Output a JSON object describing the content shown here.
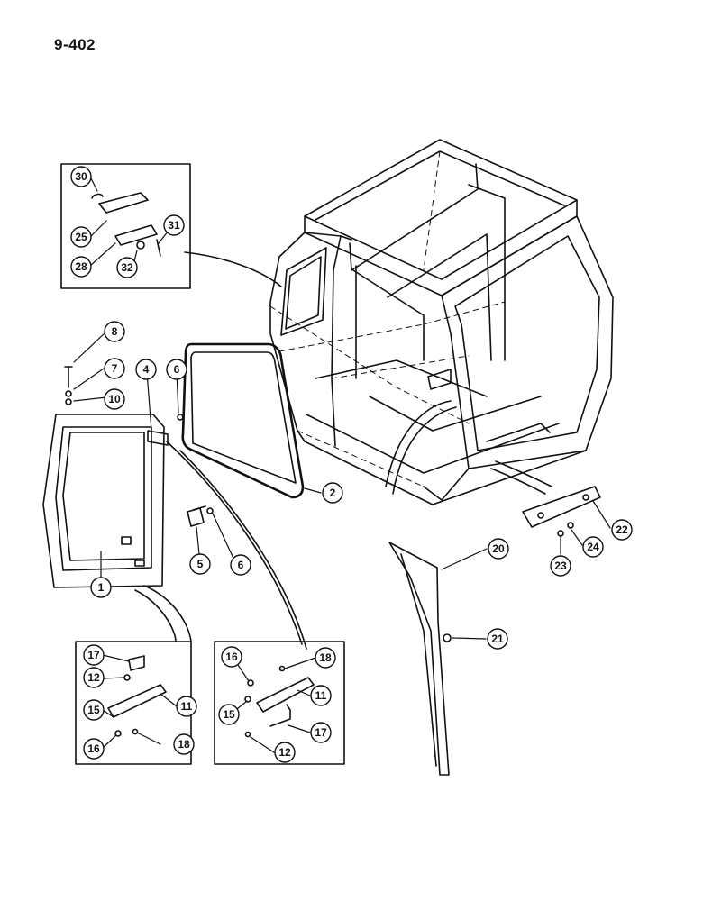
{
  "page_number": "9-402",
  "colors": {
    "ink": "#111111",
    "paper": "#ffffff"
  },
  "callouts": [
    {
      "id": "c30",
      "label": "30"
    },
    {
      "id": "c25",
      "label": "25"
    },
    {
      "id": "c28",
      "label": "28"
    },
    {
      "id": "c32",
      "label": "32"
    },
    {
      "id": "c31",
      "label": "31"
    },
    {
      "id": "c8",
      "label": "8"
    },
    {
      "id": "c7",
      "label": "7"
    },
    {
      "id": "c10",
      "label": "10"
    },
    {
      "id": "c4",
      "label": "4"
    },
    {
      "id": "c6a",
      "label": "6"
    },
    {
      "id": "c2",
      "label": "2"
    },
    {
      "id": "c5",
      "label": "5"
    },
    {
      "id": "c6b",
      "label": "6"
    },
    {
      "id": "c1",
      "label": "1"
    },
    {
      "id": "c20",
      "label": "20"
    },
    {
      "id": "c21",
      "label": "21"
    },
    {
      "id": "c22",
      "label": "22"
    },
    {
      "id": "c23",
      "label": "23"
    },
    {
      "id": "c24",
      "label": "24"
    },
    {
      "id": "c17a",
      "label": "17"
    },
    {
      "id": "c12a",
      "label": "12"
    },
    {
      "id": "c11a",
      "label": "11"
    },
    {
      "id": "c15a",
      "label": "15"
    },
    {
      "id": "c16a",
      "label": "16"
    },
    {
      "id": "c18a",
      "label": "18"
    },
    {
      "id": "c16b",
      "label": "16"
    },
    {
      "id": "c18b",
      "label": "18"
    },
    {
      "id": "c11b",
      "label": "11"
    },
    {
      "id": "c15b",
      "label": "15"
    },
    {
      "id": "c17b",
      "label": "17"
    },
    {
      "id": "c12b",
      "label": "12"
    }
  ]
}
